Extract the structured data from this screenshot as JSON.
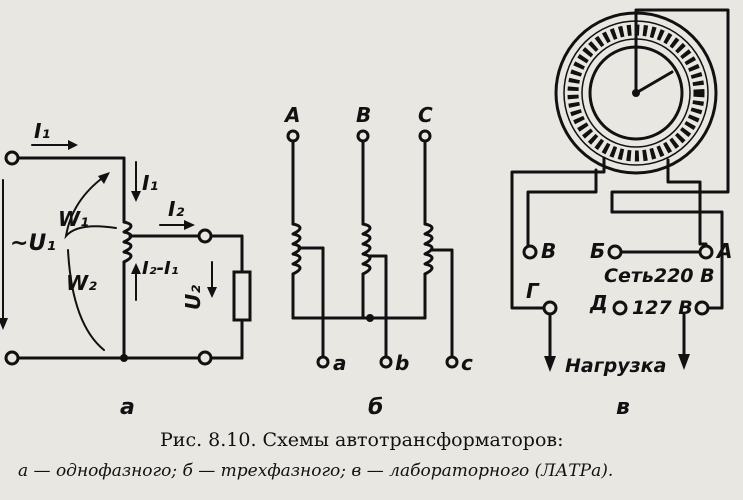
{
  "labels_a": {
    "i1_top": "I₁",
    "i1_coil": "I₁",
    "i2": "I₂",
    "i2_minus_i1": "I₂-I₁",
    "w1": "W₁",
    "w2": "W₂",
    "u1": "~U₁",
    "u2": "U₂",
    "sub": "а"
  },
  "labels_b": {
    "A": "A",
    "B": "B",
    "C": "C",
    "a": "a",
    "b": "b",
    "c": "c",
    "sub": "б"
  },
  "labels_v": {
    "B": "В",
    "Bv": "Б",
    "A": "А",
    "G": "Г",
    "D": "Д",
    "mains": "Сеть220 В",
    "v127": "127 В",
    "load": "Нагрузка",
    "sub": "в"
  },
  "caption": {
    "line1": "Рис. 8.10. Схемы автотрансформаторов:",
    "line2": "а — однофазного; б — трехфазного; в — лабораторного (ЛАТРа)."
  }
}
